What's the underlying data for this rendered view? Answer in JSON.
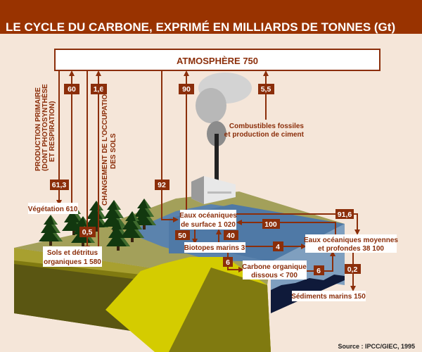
{
  "title": "LE CYCLE DU CARBONE, EXPRIMÉ EN MILLIARDS DE TONNES (Gt)",
  "colors": {
    "accent": "#8b2e0a",
    "background": "#f5e6d9",
    "ocean": "#5b83ad",
    "land": "#a3a05a"
  },
  "reservoirs": {
    "atmosphere": "ATMOSPHÈRE 750",
    "vegetation": "Végétation 610",
    "soils_1": "Sols et détritus",
    "soils_2": "organiques 1 580",
    "surface_ocean_1": "Eaux océaniques",
    "surface_ocean_2": "de surface 1 020",
    "marine_biota": "Biotopes marins 3",
    "doc_1": "Carbone organique",
    "doc_2": "dissous < 700",
    "deep_ocean_1": "Eaux océaniques moyennes",
    "deep_ocean_2": "et profondes 38 100",
    "sediments": "Sédiments marins 150",
    "fossil_1": "Combustibles fossiles",
    "fossil_2": "et production de ciment"
  },
  "annotations": {
    "production_1": "PRODUCTION PRIMAIRE",
    "production_2": "(DONT PHOTOSYNTHÈSE",
    "production_3": "ET RESPIRATION)",
    "landuse_1": "CHANGEMENT DE L'OCCUPATION",
    "landuse_2": "DES SOLS"
  },
  "flows": {
    "primary_production": "61,3",
    "vegetation_to_atm": "60",
    "to_soils": "0,5",
    "land_use": "1,6",
    "atm_to_ocean": "92",
    "ocean_to_atm": "90",
    "fossil": "5,5",
    "surface_to_biota": "50",
    "biota_to_surface": "40",
    "deep_to_surface": "100",
    "surface_to_deep": "91,6",
    "biota_to_deep": "4",
    "biota_to_doc": "6",
    "doc_to_deep": "6",
    "deep_to_sediments": "0,2"
  },
  "source": "Source : IPCC/GIEC, 1995"
}
